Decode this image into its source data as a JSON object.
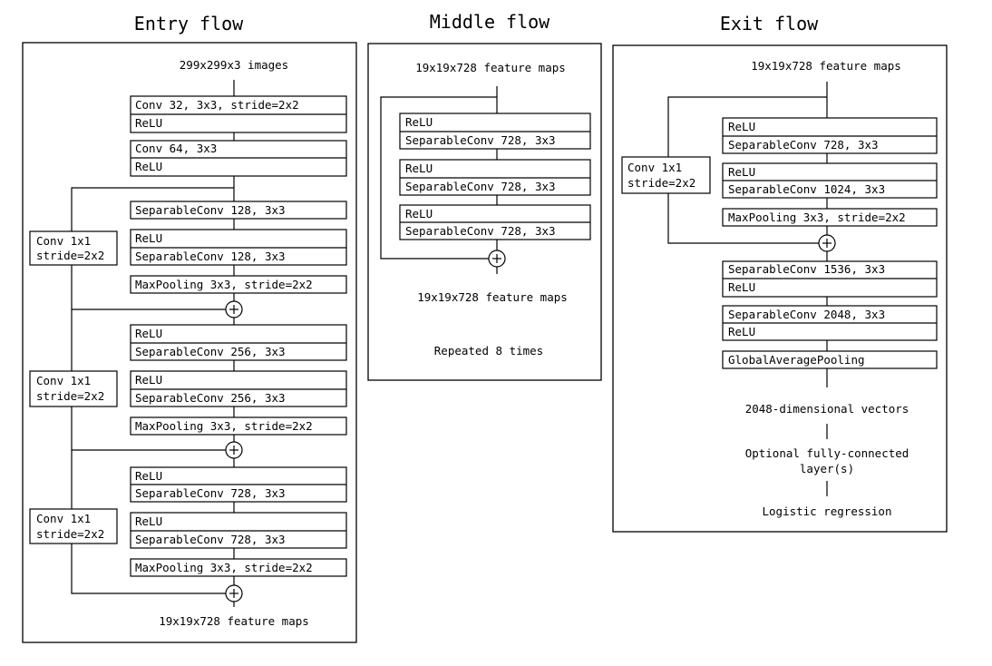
{
  "entry": {
    "title": "Entry flow",
    "input_label": "299x299x3 images",
    "conv1": [
      "Conv 32, 3x3, stride=2x2",
      "ReLU"
    ],
    "conv2": [
      "Conv 64, 3x3",
      "ReLU"
    ],
    "block1": {
      "a": [
        "SeparableConv 128, 3x3"
      ],
      "b": [
        "ReLU",
        "SeparableConv 128, 3x3"
      ],
      "pool": [
        "MaxPooling 3x3, stride=2x2"
      ]
    },
    "block2": {
      "a": [
        "ReLU",
        "SeparableConv 256, 3x3"
      ],
      "b": [
        "ReLU",
        "SeparableConv 256, 3x3"
      ],
      "pool": [
        "MaxPooling 3x3, stride=2x2"
      ]
    },
    "block3": {
      "a": [
        "ReLU",
        "SeparableConv 728, 3x3"
      ],
      "b": [
        "ReLU",
        "SeparableConv 728, 3x3"
      ],
      "pool": [
        "MaxPooling 3x3, stride=2x2"
      ]
    },
    "skip_conv": [
      "Conv 1x1",
      "stride=2x2"
    ],
    "output_label": "19x19x728 feature maps"
  },
  "middle": {
    "title": "Middle flow",
    "input_label": "19x19x728 feature maps",
    "units": [
      [
        "ReLU",
        "SeparableConv 728, 3x3"
      ],
      [
        "ReLU",
        "SeparableConv 728, 3x3"
      ],
      [
        "ReLU",
        "SeparableConv 728, 3x3"
      ]
    ],
    "output_label": "19x19x728 feature maps",
    "repeat_note": "Repeated 8 times"
  },
  "exit": {
    "title": "Exit flow",
    "input_label": "19x19x728 feature maps",
    "unit1": [
      "ReLU",
      "SeparableConv 728, 3x3"
    ],
    "unit2": [
      "ReLU",
      "SeparableConv 1024, 3x3"
    ],
    "pool": [
      "MaxPooling 3x3, stride=2x2"
    ],
    "skip_conv": [
      "Conv 1x1",
      "stride=2x2"
    ],
    "unit3": [
      "SeparableConv 1536, 3x3",
      "ReLU"
    ],
    "unit4": [
      "SeparableConv 2048, 3x3",
      "ReLU"
    ],
    "gap": [
      "GlobalAveragePooling"
    ],
    "vectors_label": "2048-dimensional vectors",
    "fc_label": [
      "Optional fully-connected",
      "layer(s)"
    ],
    "logistic_label": "Logistic regression"
  }
}
